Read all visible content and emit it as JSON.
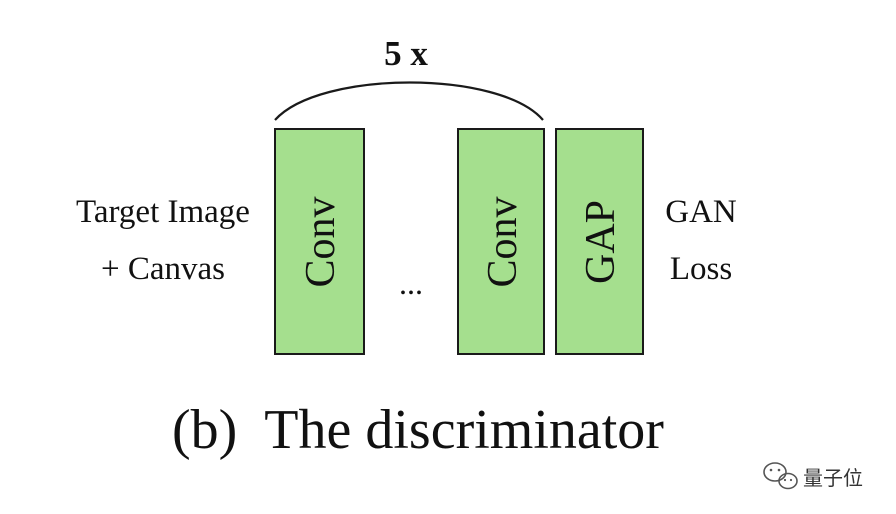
{
  "repeat_label": "5 x",
  "input_label": {
    "line1": "Target Image",
    "line2": "+ Canvas"
  },
  "blocks": {
    "conv_first": "Conv",
    "ellipsis": "...",
    "conv_last": "Conv",
    "gap": "GAP"
  },
  "output_label": {
    "line1": "GAN",
    "line2": "Loss"
  },
  "caption": "(b)  The discriminator",
  "watermark": "量子位",
  "colors": {
    "block_fill": "#a5df8e",
    "block_stroke": "#1a1a1a",
    "text": "#111111",
    "watermark": "#333333"
  }
}
